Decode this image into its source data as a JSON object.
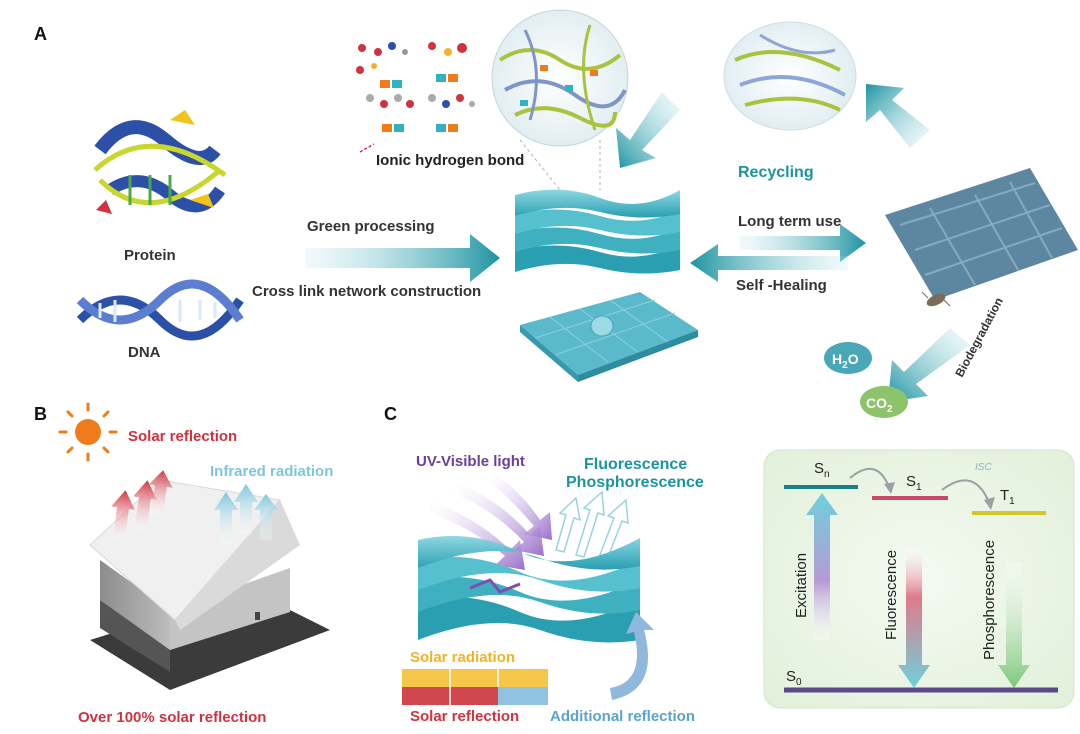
{
  "panels": {
    "a": "A",
    "b": "B",
    "c": "C"
  },
  "panel_a": {
    "ionic_bond": "Ionic hydrogen bond",
    "protein": "Protein",
    "dna": "DNA",
    "green_processing": "Green processing",
    "cross_link": "Cross link network construction",
    "recycling": "Recycling",
    "long_term_use": "Long term use",
    "self_healing": "Self -Healing",
    "biodegradation": "Biodegradation",
    "h2o_main": "H",
    "h2o_sub": "2",
    "h2o_end": "O",
    "co2_main": "CO",
    "co2_sub": "2"
  },
  "panel_b": {
    "solar_reflection": "Solar reflection",
    "infrared_radiation": "Infrared radiation",
    "over_100": "Over 100% solar reflection"
  },
  "panel_c": {
    "uv_visible": "UV-Visible light",
    "fluorescence_top": "Fluorescence",
    "phosphorescence_top": "Phosphorescence",
    "solar_radiation": "Solar radiation",
    "solar_reflection": "Solar reflection",
    "additional_reflection": "Additional reflection"
  },
  "jablonski": {
    "sn_main": "S",
    "sn_sub": "n",
    "s1_main": "S",
    "s1_sub": "1",
    "t1_main": "T",
    "t1_sub": "1",
    "s0_main": "S",
    "s0_sub": "0",
    "isc": "ISC",
    "excitation": "Excitation",
    "fluorescence": "Fluorescence",
    "phosphorescence": "Phosphorescence"
  },
  "colors": {
    "teal": "#1c93a0",
    "red": "#d0323f",
    "light_blue": "#7fc6dc",
    "purple": "#6b3fa0",
    "yellow": "#f0b429",
    "sun": "#f07b1a"
  }
}
